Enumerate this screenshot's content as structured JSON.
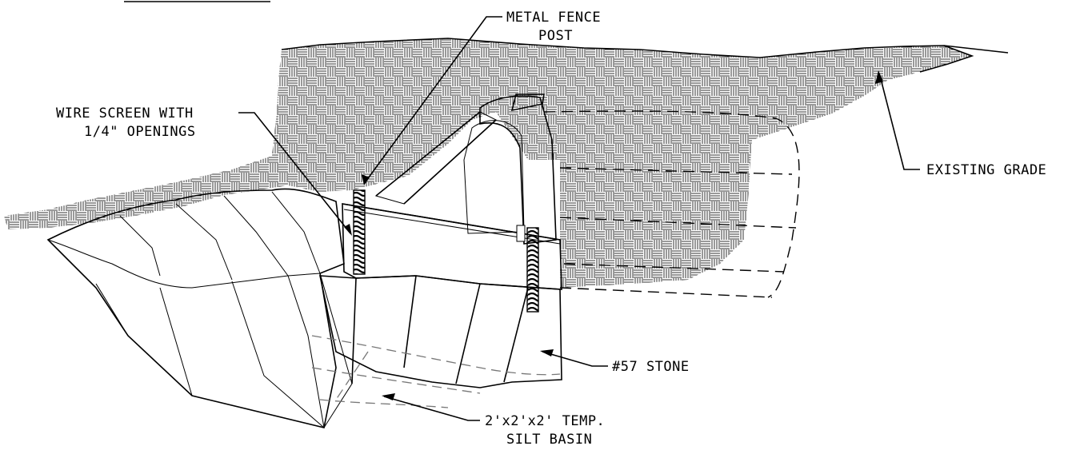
{
  "labels": {
    "metal_fence_post_line1": "METAL FENCE",
    "metal_fence_post_line2": "POST",
    "wire_screen_line1": "WIRE SCREEN WITH",
    "wire_screen_line2": "1/4\" OPENINGS",
    "existing_grade": "EXISTING GRADE",
    "stone": "#57 STONE",
    "silt_basin_line1": "2'x2'x2' TEMP.",
    "silt_basin_line2": "SILT BASIN"
  }
}
